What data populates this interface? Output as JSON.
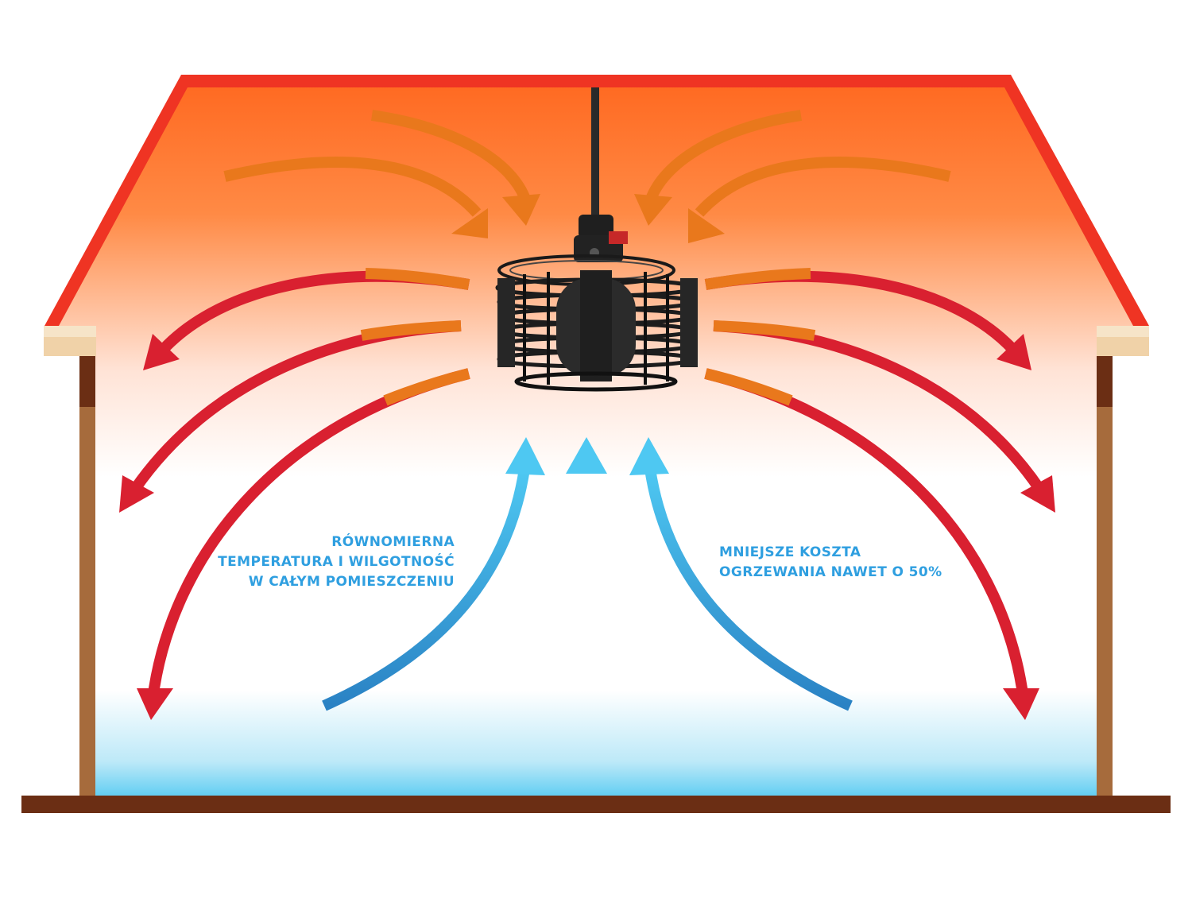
{
  "captions": {
    "left": {
      "line1": "RÓWNOMIERNA",
      "line2": "TEMPERATURA I WILGOTNOŚĆ",
      "line3": "W CAŁYM POMIESZCZENIU"
    },
    "right": {
      "line1": "MNIEJSZE KOSZTA",
      "line2": "OGRZEWANIA NAWET O 50%"
    }
  },
  "colors": {
    "roof": "#ef3423",
    "warm_top": "#ff7a2e",
    "warm_mid": "#ffb08a",
    "cool_floor": "#5fcdf2",
    "hot_arrow": "#d92030",
    "hot_arrow_tip": "#e9781c",
    "cold_arrow": "#2e8fd0",
    "cold_arrow_tip": "#4ec8f2",
    "caption_text": "#2f9fe0",
    "wall": "#a66b3c",
    "wall_dark": "#6b2e14",
    "eave": "#f0d2a8",
    "floor": "#6b2e14",
    "fan_body": "#222222",
    "fan_label": "#c62828"
  },
  "icons": {
    "fan": "ceiling-circulation-fan-icon"
  }
}
